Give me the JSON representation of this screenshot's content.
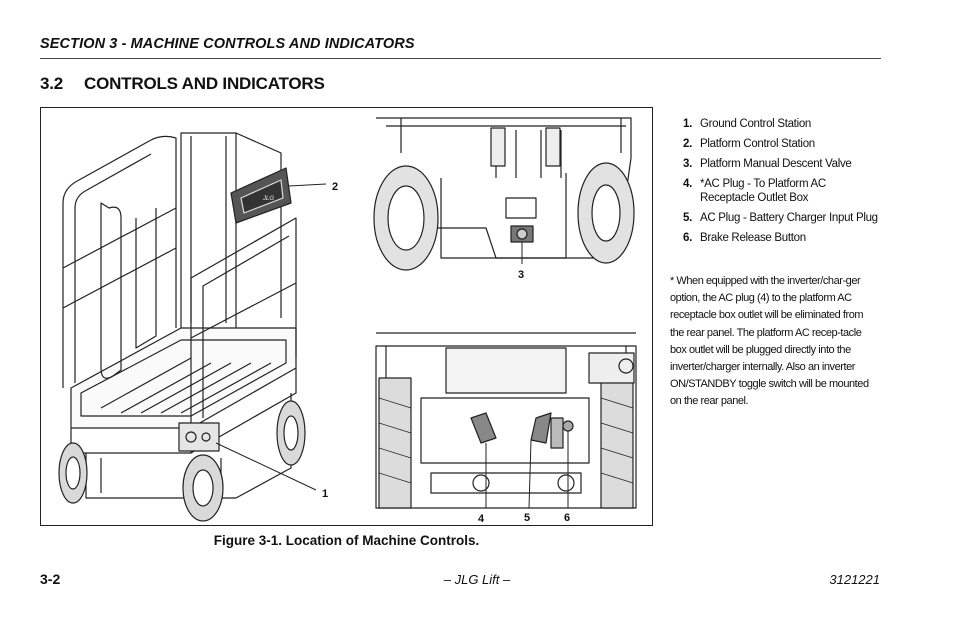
{
  "header": {
    "section_title": "SECTION 3 - MACHINE CONTROLS AND INDICATORS"
  },
  "title": {
    "number": "3.2",
    "text": "CONTROLS AND INDICATORS"
  },
  "figure": {
    "caption": "Figure 3-1. Location of Machine Controls.",
    "callouts": [
      "1",
      "2",
      "3",
      "4",
      "5",
      "6"
    ],
    "label_text_plate": "JLG"
  },
  "legend": {
    "items": [
      {
        "num": "1.",
        "text": "Ground Control Station"
      },
      {
        "num": "2.",
        "text": "Platform Control Station"
      },
      {
        "num": "3.",
        "text": "Platform Manual Descent Valve"
      },
      {
        "num": "4.",
        "text": "*AC Plug - To Platform AC Receptacle Outlet Box"
      },
      {
        "num": "5.",
        "text": "AC Plug - Battery Charger Input Plug"
      },
      {
        "num": "6.",
        "text": "Brake Release Button"
      }
    ]
  },
  "note": {
    "text": "* When equipped with the inverter/char-ger option, the AC plug (4) to the platform AC receptacle box outlet will be eliminated from the rear panel. The platform AC recep-tacle box outlet will be plugged directly into the inverter/charger internally. Also an inverter ON/STANDBY toggle switch will be mounted on the rear panel."
  },
  "footer": {
    "page_number": "3-2",
    "center": "– JLG Lift –",
    "doc_number": "3121221"
  }
}
